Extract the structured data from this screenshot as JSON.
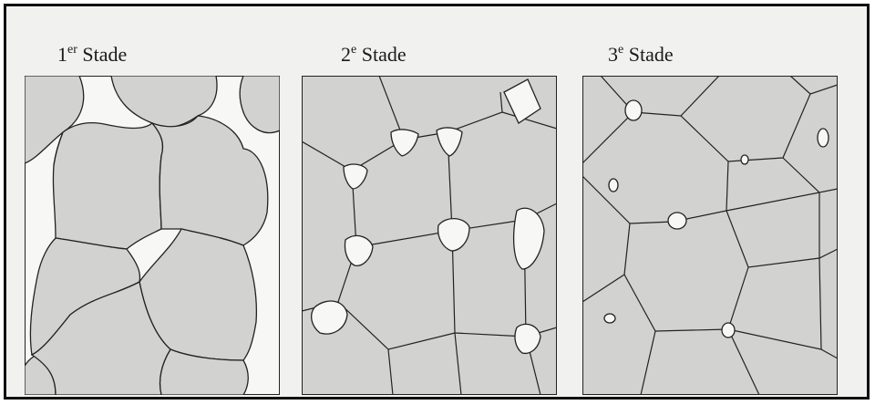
{
  "stages": [
    {
      "number": "1",
      "suffix": "er",
      "label": "Stade"
    },
    {
      "number": "2",
      "suffix": "e",
      "label": "Stade"
    },
    {
      "number": "3",
      "suffix": "e",
      "label": "Stade"
    }
  ],
  "colors": {
    "grain_fill": "#d2d2d0",
    "pore_fill": "#f7f7f5",
    "boundary_stroke": "#222222",
    "frame_stroke": "#111111"
  }
}
